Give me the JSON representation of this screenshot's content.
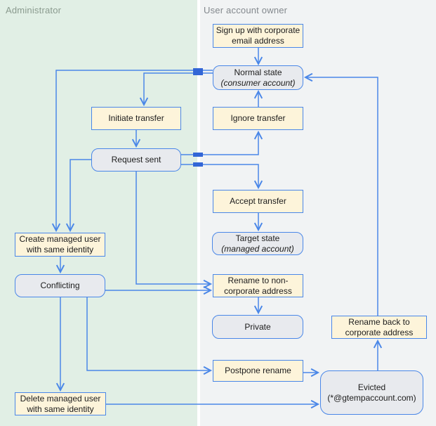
{
  "lanes": {
    "admin": {
      "label": "Administrator"
    },
    "user": {
      "label": "User account owner"
    }
  },
  "nodes": {
    "signup": {
      "line1": "Sign up with corporate",
      "line2": "email address"
    },
    "normal": {
      "line1": "Normal state",
      "line2": "(consumer account)"
    },
    "initiate": {
      "line1": "Initiate transfer",
      "line2": ""
    },
    "ignore": {
      "line1": "Ignore transfer",
      "line2": ""
    },
    "request": {
      "line1": "Request sent",
      "line2": ""
    },
    "accept": {
      "line1": "Accept transfer",
      "line2": ""
    },
    "target": {
      "line1": "Target state",
      "line2": "(managed account)"
    },
    "create": {
      "line1": "Create managed user",
      "line2": "with same identity"
    },
    "conflicting": {
      "line1": "Conflicting",
      "line2": ""
    },
    "rename_non": {
      "line1": "Rename to non-",
      "line2": "corporate address"
    },
    "private": {
      "line1": "Private",
      "line2": ""
    },
    "postpone": {
      "line1": "Postpone rename",
      "line2": ""
    },
    "rename_back": {
      "line1": "Rename back to",
      "line2": "corporate address"
    },
    "delete": {
      "line1": "Delete managed user",
      "line2": "with same identity"
    },
    "evicted": {
      "line1": "Evicted",
      "line2": "(*@gtempaccount.com)"
    }
  },
  "colors": {
    "lane_admin_bg": "#e1efe5",
    "lane_user_bg": "#f1f3f4",
    "action_fill": "#fdf4da",
    "state_fill": "#e8eaee",
    "shape_border": "#4a87e8",
    "edge": "#4a87e8",
    "edge_overlap_mark": "#3366d6",
    "lane_title_admin": "#8a9a8e",
    "lane_title_user": "#83888d"
  }
}
